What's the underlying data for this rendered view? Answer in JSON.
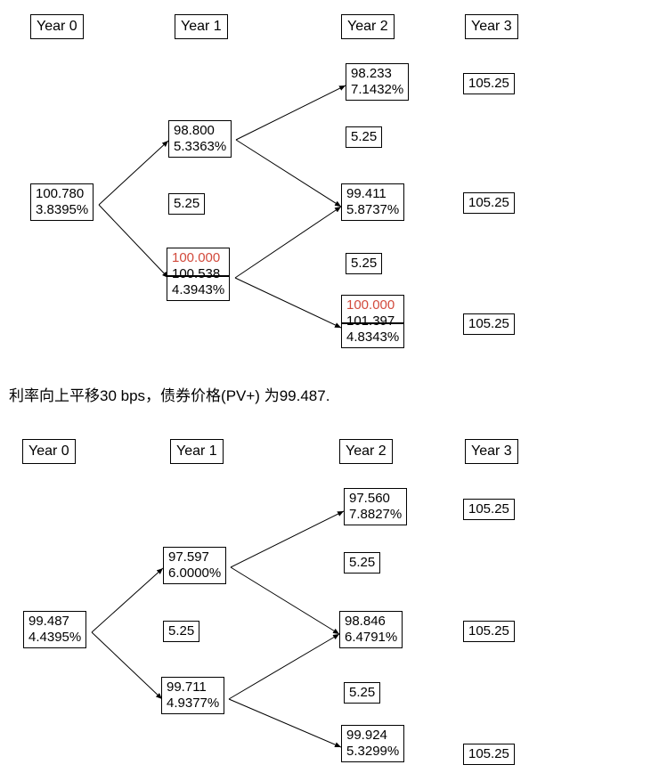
{
  "tree1": {
    "headers": [
      "Year 0",
      "Year 1",
      "Year 2",
      "Year 3"
    ],
    "root": {
      "price": "100.780",
      "rate": "3.8395%"
    },
    "y1_up": {
      "price": "98.800",
      "rate": "5.3363%"
    },
    "y1_coupon": "5.25",
    "y1_down": {
      "adjusted": "100.000",
      "price": "100.538",
      "rate": "4.3943%"
    },
    "y2_up": {
      "price": "98.233",
      "rate": "7.1432%"
    },
    "y2_coupon_a": "5.25",
    "y2_mid": {
      "price": "99.411",
      "rate": "5.8737%"
    },
    "y2_coupon_b": "5.25",
    "y2_down": {
      "adjusted": "100.000",
      "price": "101.397",
      "rate": "4.8343%"
    },
    "y3": [
      "105.25",
      "105.25",
      "105.25"
    ]
  },
  "caption": "利率向上平移30 bps，债券价格(PV+) 为99.487.",
  "tree2": {
    "headers": [
      "Year 0",
      "Year 1",
      "Year 2",
      "Year 3"
    ],
    "root": {
      "price": "99.487",
      "rate": "4.4395%"
    },
    "y1_up": {
      "price": "97.597",
      "rate": "6.0000%"
    },
    "y1_coupon": "5.25",
    "y1_down": {
      "price": "99.711",
      "rate": "4.9377%"
    },
    "y2_up": {
      "price": "97.560",
      "rate": "7.8827%"
    },
    "y2_coupon_a": "5.25",
    "y2_mid": {
      "price": "98.846",
      "rate": "6.4791%"
    },
    "y2_coupon_b": "5.25",
    "y2_down": {
      "price": "99.924",
      "rate": "5.3299%"
    },
    "y3": [
      "105.25",
      "105.25",
      "105.25"
    ]
  }
}
